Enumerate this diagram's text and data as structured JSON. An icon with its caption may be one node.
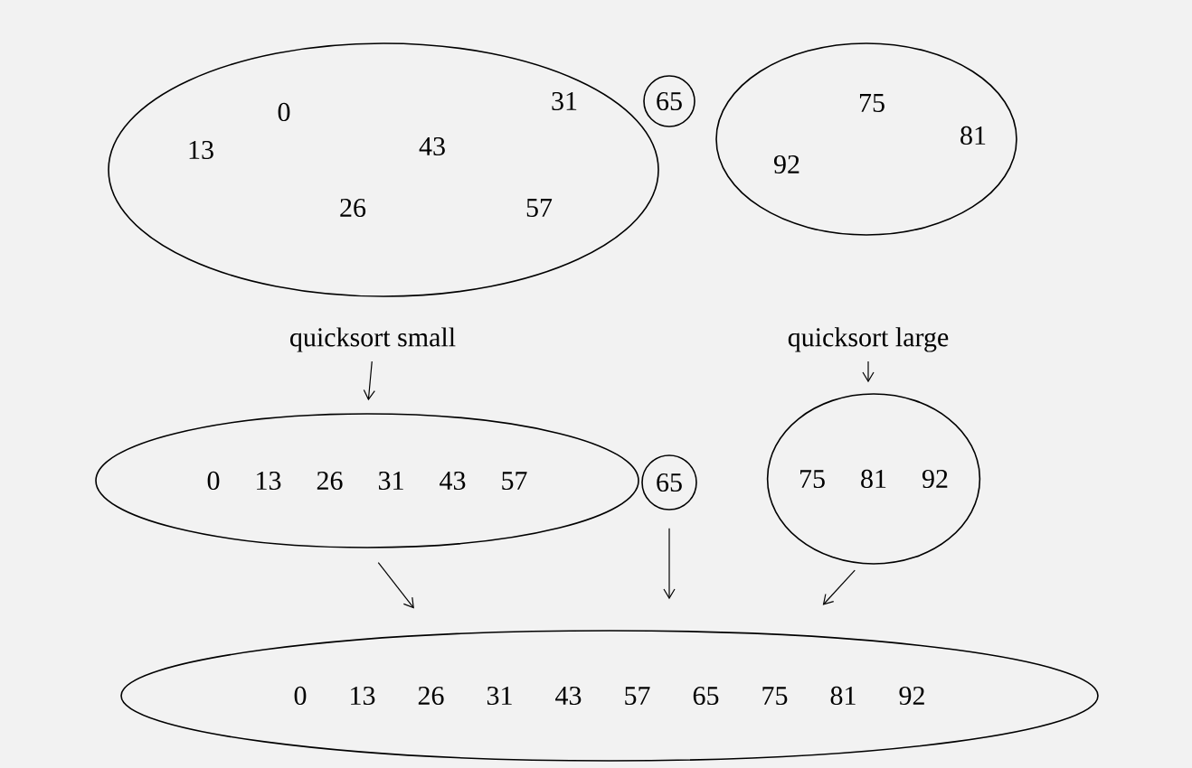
{
  "diagram": {
    "nodes": [
      {
        "text": [
          "0",
          "31",
          "13",
          "43",
          "26",
          "57"
        ]
      },
      {
        "text": [
          "65"
        ]
      },
      {
        "text": [
          "75",
          "81",
          "92"
        ]
      },
      {
        "text": [
          "quicksort small"
        ]
      },
      {
        "text": [
          "quicksort large"
        ]
      },
      {
        "text": [
          "0 13 26 31 43 57"
        ]
      },
      {
        "text": [
          "65"
        ]
      },
      {
        "text": [
          "75 81 92"
        ]
      },
      {
        "text": [
          "0 13 26 31 43 57 65 75 81 92"
        ]
      }
    ],
    "edges": [
      {
        "from": 3,
        "to": 5,
        "arrow": "to"
      },
      {
        "from": 4,
        "to": 7,
        "arrow": "to"
      },
      {
        "from": 5,
        "to": 8,
        "arrow": "to"
      },
      {
        "from": 6,
        "to": 8,
        "arrow": "to"
      },
      {
        "from": 7,
        "to": 8,
        "arrow": "to"
      }
    ]
  }
}
